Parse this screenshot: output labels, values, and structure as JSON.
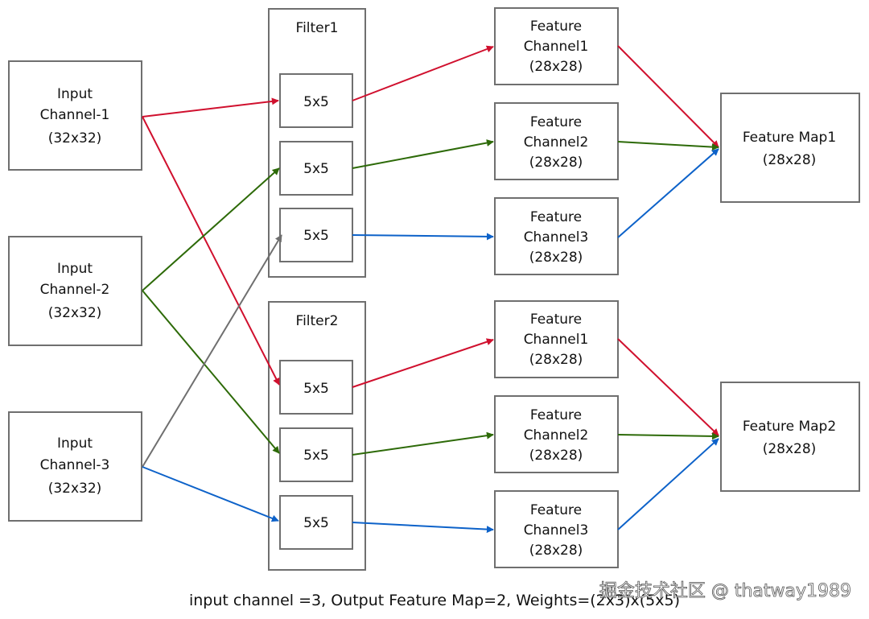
{
  "inputs": [
    {
      "lines": [
        "Input",
        "Channel-1",
        "(32x32)"
      ]
    },
    {
      "lines": [
        "Input",
        "Channel-2",
        "(32x32)"
      ]
    },
    {
      "lines": [
        "Input",
        "Channel-3",
        "(32x32)"
      ]
    }
  ],
  "filters": [
    {
      "title": "Filter1",
      "kernels": [
        "5x5",
        "5x5",
        "5x5"
      ]
    },
    {
      "title": "Filter2",
      "kernels": [
        "5x5",
        "5x5",
        "5x5"
      ]
    }
  ],
  "feature_channels": [
    {
      "lines": [
        "Feature",
        "Channel1",
        "(28x28)"
      ]
    },
    {
      "lines": [
        "Feature",
        "Channel2",
        "(28x28)"
      ]
    },
    {
      "lines": [
        "Feature",
        "Channel3",
        "(28x28)"
      ]
    },
    {
      "lines": [
        "Feature",
        "Channel1",
        "(28x28)"
      ]
    },
    {
      "lines": [
        "Feature",
        "Channel2",
        "(28x28)"
      ]
    },
    {
      "lines": [
        "Feature",
        "Channel3",
        "(28x28)"
      ]
    }
  ],
  "feature_maps": [
    {
      "lines": [
        "Feature Map1",
        "(28x28)"
      ]
    },
    {
      "lines": [
        "Feature Map2",
        "(28x28)"
      ]
    }
  ],
  "colors": {
    "red": "#d0102e",
    "green": "#2d6a08",
    "blue": "#0d62c9",
    "gray": "#6f6f6f"
  },
  "caption": "input channel =3, Output Feature Map=2, Weights=(2x3)x(5x5)",
  "watermark": "掘金技术社区 @ thatway1989"
}
